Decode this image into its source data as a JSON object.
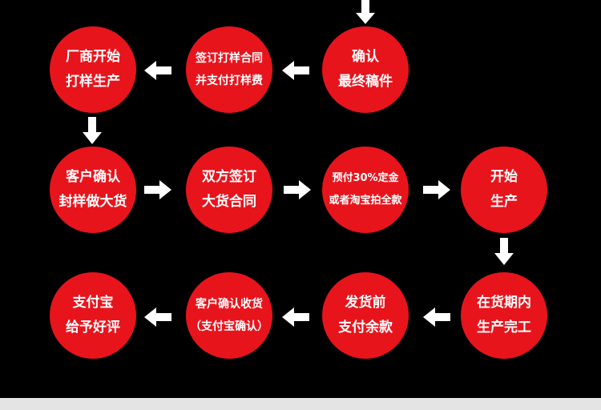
{
  "colors": {
    "background": "#000000",
    "node_fill": "#e8141c",
    "text": "#ffffff",
    "arrow": "#ffffff",
    "bottom_strip": "#e4e4e4"
  },
  "steps": [
    {
      "line1": "确认",
      "line2": "最终稿件"
    },
    {
      "line1": "签订打样合同",
      "line2": "并支付打样费"
    },
    {
      "line1": "厂商开始",
      "line2": "打样生产"
    },
    {
      "line1": "客户确认",
      "line2": "封样做大货"
    },
    {
      "line1": "双方签订",
      "line2": "大货合同"
    },
    {
      "line1": "预付30%定金",
      "line2": "或者淘宝拍全款"
    },
    {
      "line1": "开始",
      "line2": "生产"
    },
    {
      "line1": "在货期内",
      "line2": "生产完工"
    },
    {
      "line1": "发货前",
      "line2": "支付余款"
    },
    {
      "line1": "客户确认收货",
      "line2": "（支付宝确认）"
    },
    {
      "line1": "支付宝",
      "line2": "给予好评"
    }
  ],
  "arrows": [
    {
      "direction": "down",
      "from": "start",
      "to": 0
    },
    {
      "direction": "left",
      "from": 0,
      "to": 1
    },
    {
      "direction": "left",
      "from": 1,
      "to": 2
    },
    {
      "direction": "down",
      "from": 2,
      "to": 3
    },
    {
      "direction": "right",
      "from": 3,
      "to": 4
    },
    {
      "direction": "right",
      "from": 4,
      "to": 5
    },
    {
      "direction": "right",
      "from": 5,
      "to": 6
    },
    {
      "direction": "down",
      "from": 6,
      "to": 7
    },
    {
      "direction": "left",
      "from": 7,
      "to": 8
    },
    {
      "direction": "left",
      "from": 8,
      "to": 9
    },
    {
      "direction": "left",
      "from": 9,
      "to": 10
    }
  ]
}
